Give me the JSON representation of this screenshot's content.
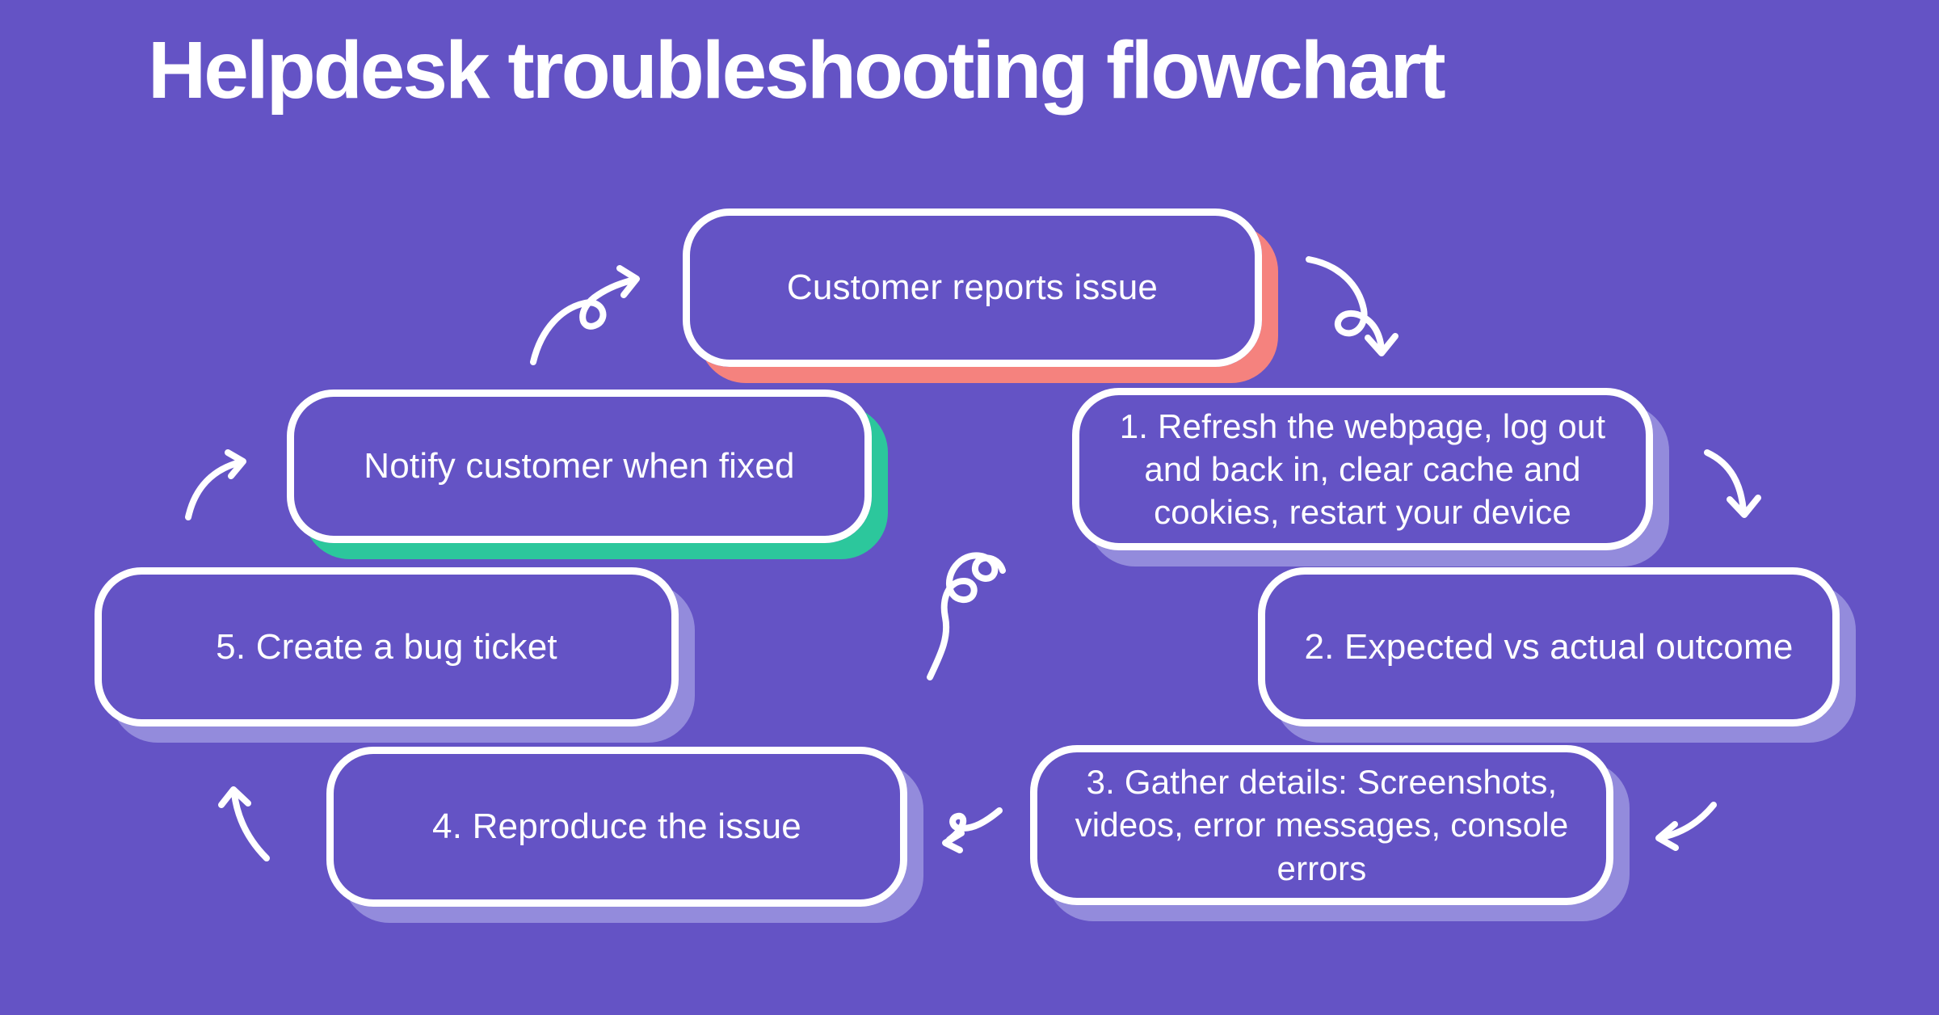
{
  "title": "Helpdesk troubleshooting flowchart",
  "colors": {
    "background": "#6453C5",
    "box_border": "#FFFFFF",
    "text": "#FFFFFF",
    "shadow_pink": "#F5827E",
    "shadow_teal": "#2CC79C",
    "shadow_lavender": "#938BDC"
  },
  "nodes": [
    {
      "id": "customer",
      "label": "Customer reports issue",
      "shadow": "pink"
    },
    {
      "id": "step1",
      "label": "1. Refresh the webpage, log out and back in, clear cache and cookies, restart your device",
      "shadow": "lavender"
    },
    {
      "id": "step2",
      "label": "2. Expected vs actual outcome",
      "shadow": "lavender"
    },
    {
      "id": "step3",
      "label": "3. Gather details: Screenshots, videos, error messages, console errors",
      "shadow": "lavender"
    },
    {
      "id": "step4",
      "label": "4. Reproduce the issue",
      "shadow": "lavender"
    },
    {
      "id": "step5",
      "label": "5. Create a bug ticket",
      "shadow": "lavender"
    },
    {
      "id": "notify",
      "label": "Notify customer when fixed",
      "shadow": "teal"
    }
  ],
  "icons": {
    "arrows": [
      "looped-arrow-up-right",
      "looped-arrow-down-right",
      "curved-arrow-down",
      "curved-arrow-left",
      "looped-arrow-down-left",
      "curved-arrow-up",
      "curved-arrow-up-right",
      "decorative-squiggle"
    ]
  }
}
